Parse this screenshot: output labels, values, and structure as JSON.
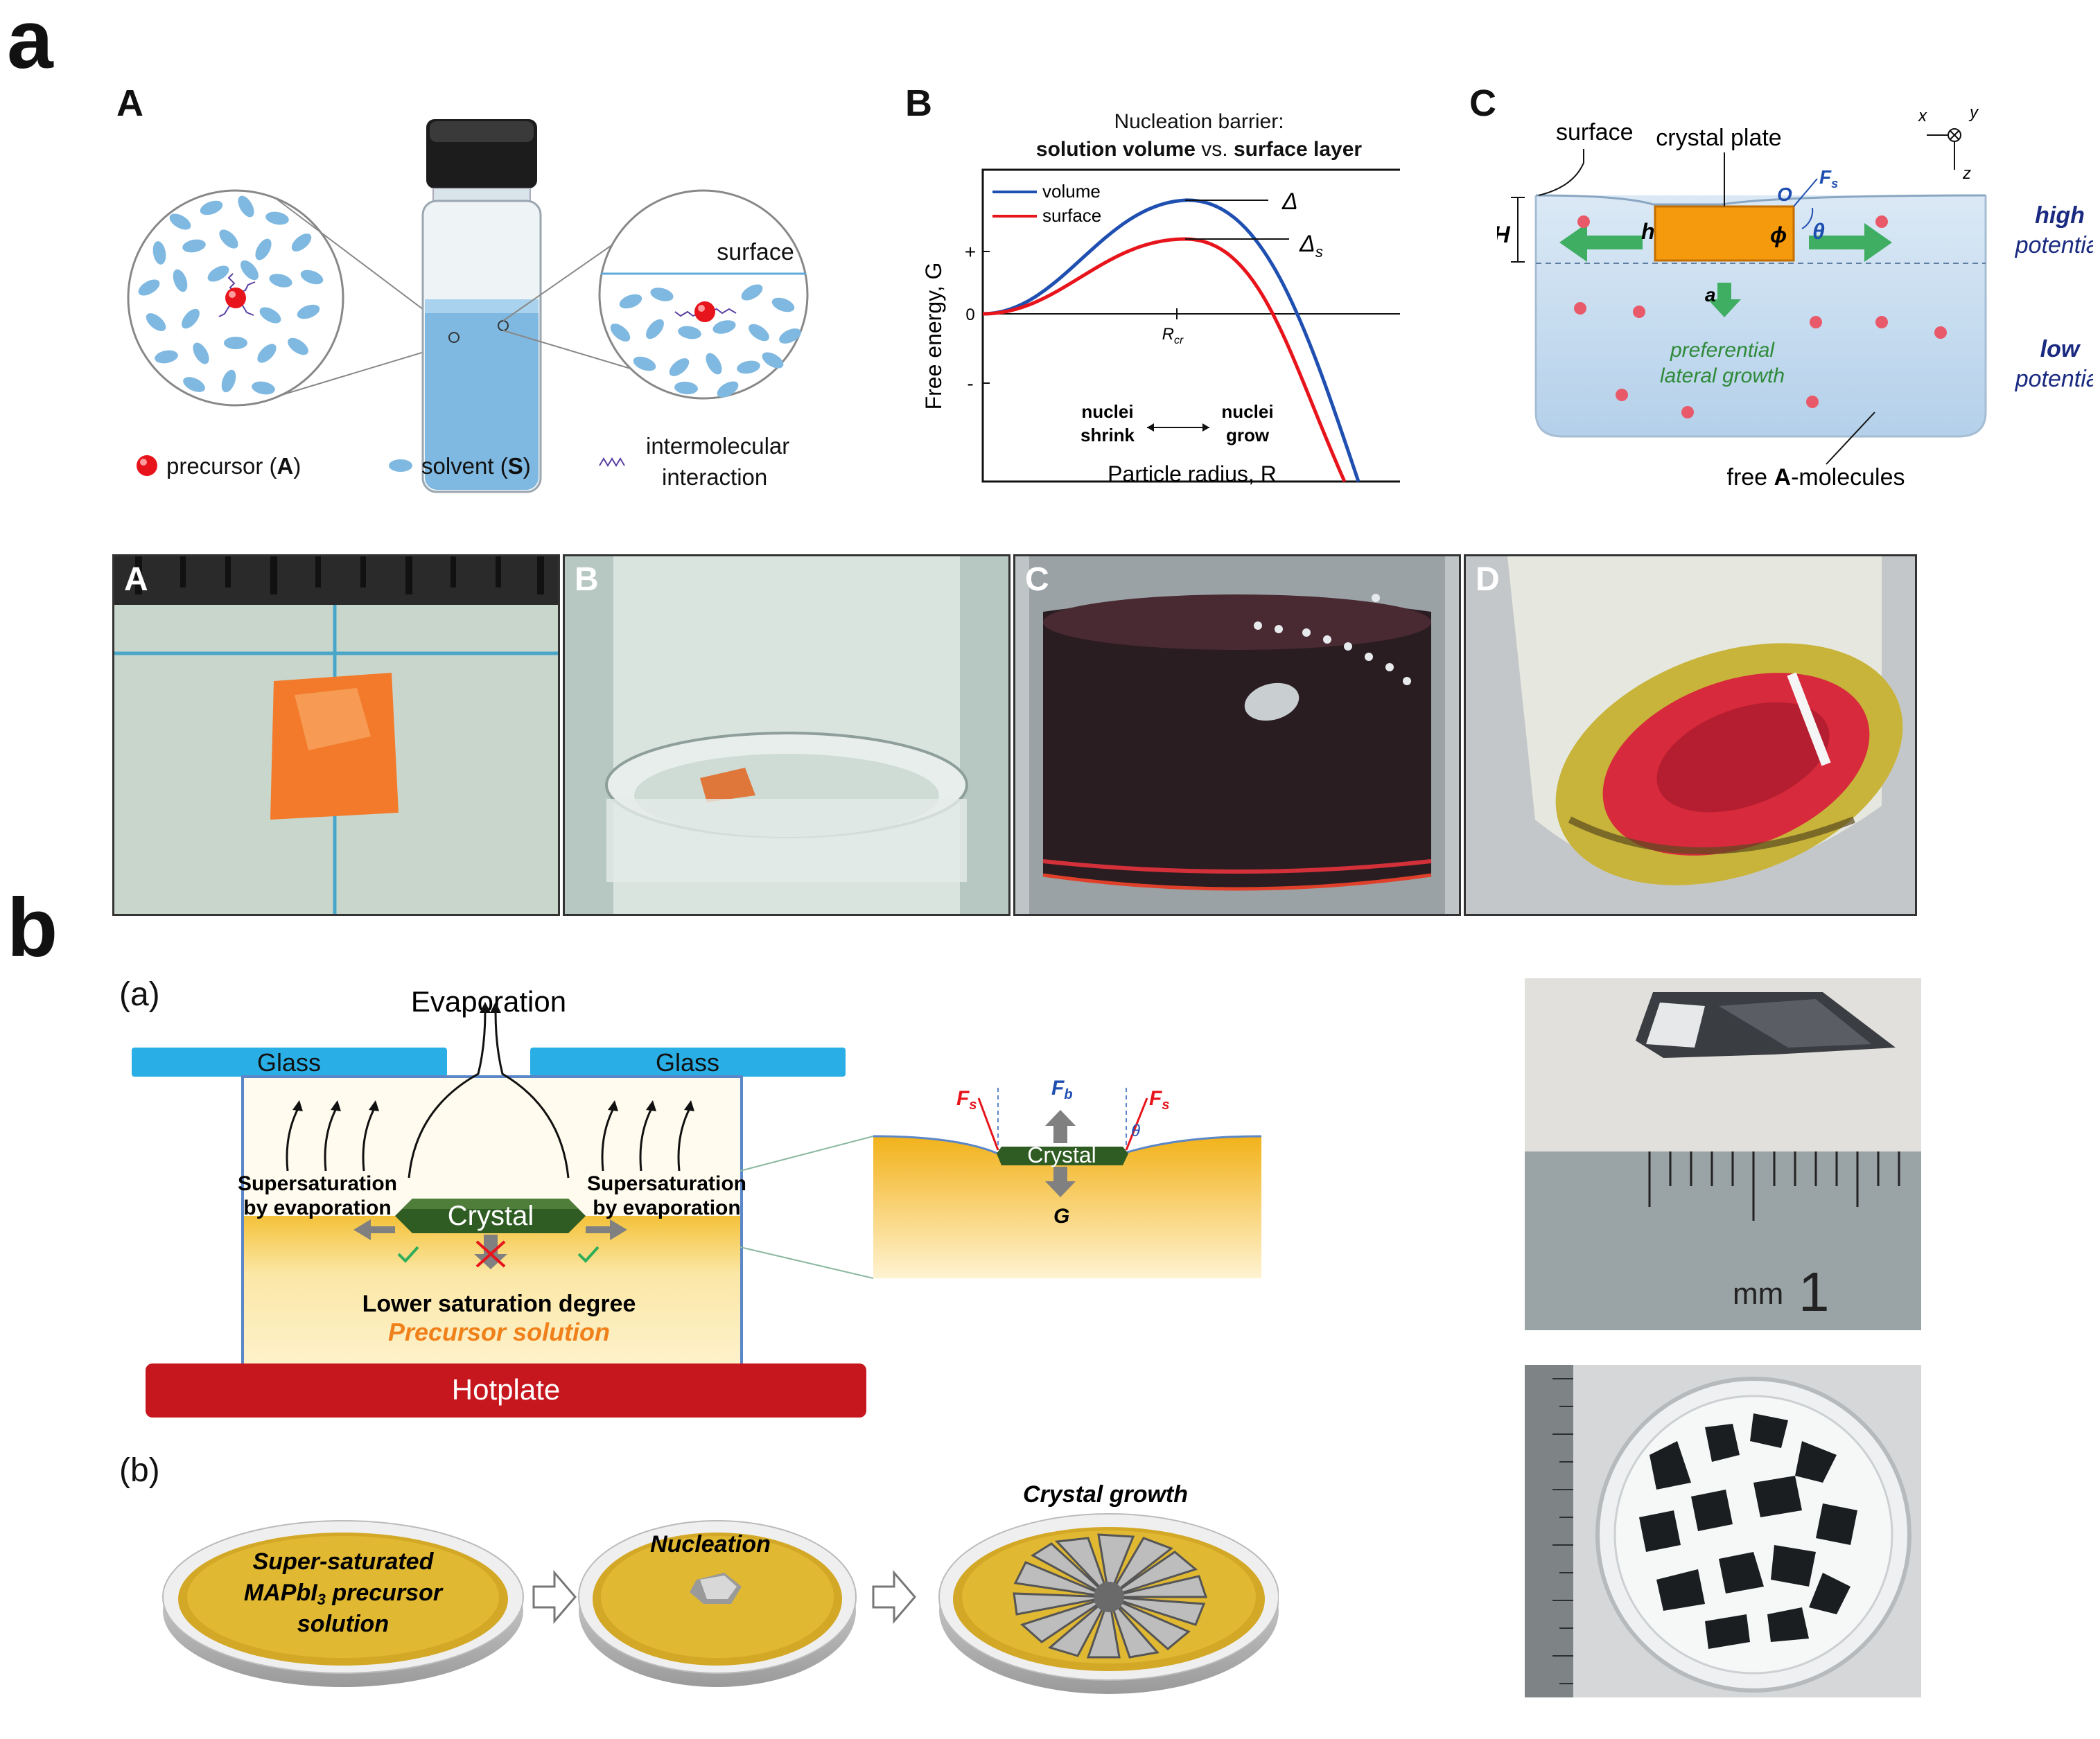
{
  "figure_a": {
    "letter": "a",
    "panel_A": {
      "letter": "A",
      "surface_label": "surface",
      "legend": {
        "precursor_prefix": "precursor (",
        "precursor_sym": "A",
        "solvent_prefix": "solvent (",
        "solvent_sym": "S",
        "close": ")",
        "interaction_l1": "intermolecular",
        "interaction_l2": "interaction"
      }
    },
    "panel_B": {
      "letter": "B",
      "title_l1": "Nucleation barrier:",
      "title_l2_a": "solution volume",
      "title_l2_vs": " vs. ",
      "title_l2_b": "surface layer",
      "ylabel": "Free energy, G",
      "xlabel": "Particle radius, R",
      "ytick_plus": "+",
      "ytick_zero": "0",
      "ytick_minus": "-",
      "xtick_rcr": "R",
      "xtick_rcr_sub": "cr",
      "legend_volume": "volume",
      "legend_surface": "surface",
      "delta": "Δ",
      "delta_s": "Δ",
      "delta_s_sub": "s",
      "shrink_l1": "nuclei",
      "shrink_l2": "shrink",
      "grow_l1": "nuclei",
      "grow_l2": "grow",
      "colors": {
        "volume": "#1f4fb0",
        "surface": "#e8141c"
      }
    },
    "panel_C": {
      "letter": "C",
      "surface_label": "surface",
      "plate_label": "crystal plate",
      "H": "H",
      "h": "h",
      "phi": "ϕ",
      "theta": "θ",
      "O": "O",
      "Fs": "F",
      "Fs_sub": "s",
      "a": "a",
      "growth_l1": "preferential",
      "growth_l2": "lateral growth",
      "free_a_prefix": "free ",
      "free_a_bold": "A",
      "free_a_suffix": "-molecules",
      "high_l1": "high",
      "high_l2": "potential",
      "low_l1": "low",
      "low_l2": "potential",
      "axis_x": "x",
      "axis_y": "y",
      "axis_z": "z"
    },
    "photos": [
      "A",
      "B",
      "C",
      "D"
    ]
  },
  "figure_b": {
    "letter": "b",
    "sub_a": {
      "label": "(a)",
      "evaporation": "Evaporation",
      "glass_left": "Glass",
      "glass_right": "Glass",
      "super_l1": "Supersaturation",
      "super_l2": "by evaporation",
      "crystal": "Crystal",
      "lower_sat": "Lower saturation degree",
      "precursor_solution": "Precursor solution",
      "hotplate": "Hotplate",
      "inset_crystal": "Crystal",
      "inset_Fs": "F",
      "inset_Fs_sub": "s",
      "inset_Fb": "F",
      "inset_Fb_sub": "b",
      "inset_G": "G",
      "inset_theta": "θ"
    },
    "sub_b": {
      "label": "(b)",
      "dish1_l1": "Super-saturated",
      "dish1_l2a": "MAPbI",
      "dish1_l2sub": "3",
      "dish1_l2b": " precursor",
      "dish1_l3": "solution",
      "dish2": "Nucleation",
      "dish3": "Crystal growth"
    },
    "ruler_photo": {
      "unit": "mm",
      "number": "1"
    }
  }
}
